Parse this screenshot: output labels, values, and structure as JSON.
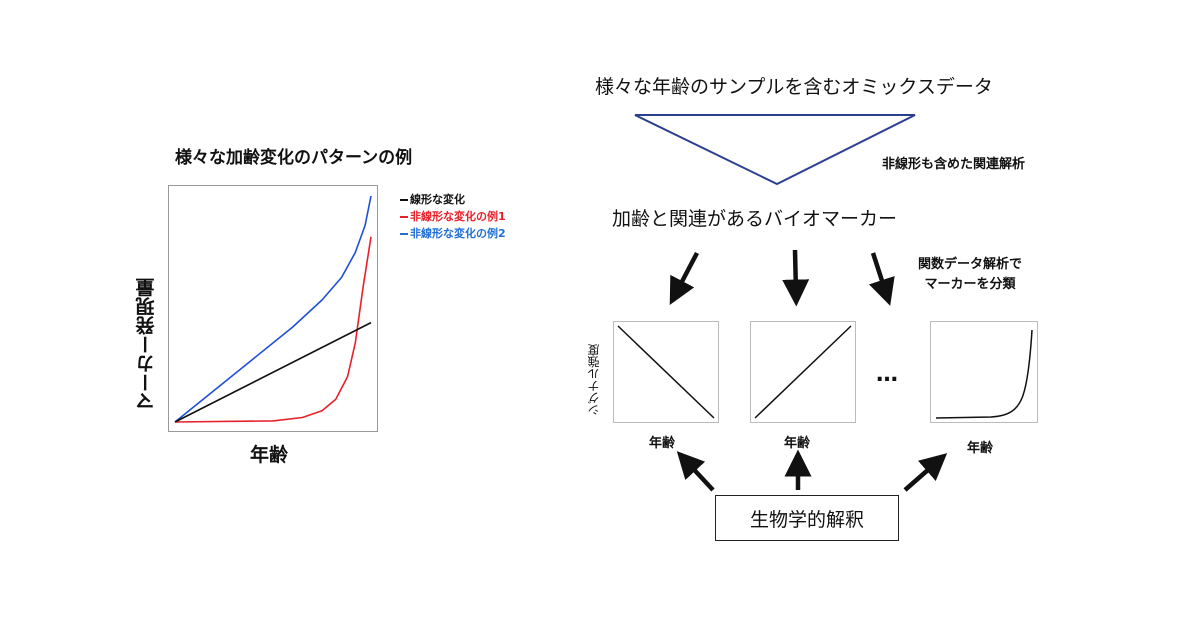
{
  "left_chart": {
    "title": "様々な加齢変化のパターンの例",
    "ylabel": "マーカー発現量",
    "xlabel": "年齢",
    "legend": [
      {
        "label": "線形な変化",
        "color": "#111111"
      },
      {
        "label": "非線形な変化の例1",
        "color": "#e8202a"
      },
      {
        "label": "非線形な変化の例2",
        "color": "#1f4fd6"
      }
    ]
  },
  "chart_data": {
    "type": "line",
    "title": "様々な加齢変化のパターンの例",
    "xlabel": "年齢",
    "ylabel": "マーカー発現量",
    "xlim": [
      0,
      1
    ],
    "ylim": [
      0,
      1
    ],
    "grid": false,
    "legend_position": "right",
    "series": [
      {
        "name": "線形な変化",
        "color": "#111111",
        "x": [
          0,
          1
        ],
        "y": [
          0,
          0.44
        ]
      },
      {
        "name": "非線形な変化の例1",
        "color": "#e8202a",
        "x": [
          0,
          0.5,
          0.65,
          0.75,
          0.82,
          0.88,
          0.92,
          0.96,
          1.0
        ],
        "y": [
          0,
          0.005,
          0.02,
          0.05,
          0.1,
          0.2,
          0.35,
          0.6,
          0.82
        ]
      },
      {
        "name": "非線形な変化の例2",
        "color": "#1f4fd6",
        "x": [
          0,
          0.2,
          0.4,
          0.6,
          0.75,
          0.85,
          0.92,
          0.97,
          1.0
        ],
        "y": [
          0,
          0.14,
          0.28,
          0.42,
          0.54,
          0.64,
          0.75,
          0.87,
          1.0
        ]
      }
    ]
  },
  "workflow": {
    "top_text": "様々な年齢のサンプルを含むオミックスデータ",
    "association_label": "非線形も含めた関連解析",
    "biomarker_text": "加齢と関連があるバイオマーカー",
    "fda_label_line1": "関数データ解析で",
    "fda_label_line2": "マーカーを分類",
    "signal_label": "シグナル強度",
    "age_label": "年齢",
    "ellipsis": "…",
    "bio_box": "生物学的解釈",
    "triangle_color": "#2b3f8f"
  }
}
